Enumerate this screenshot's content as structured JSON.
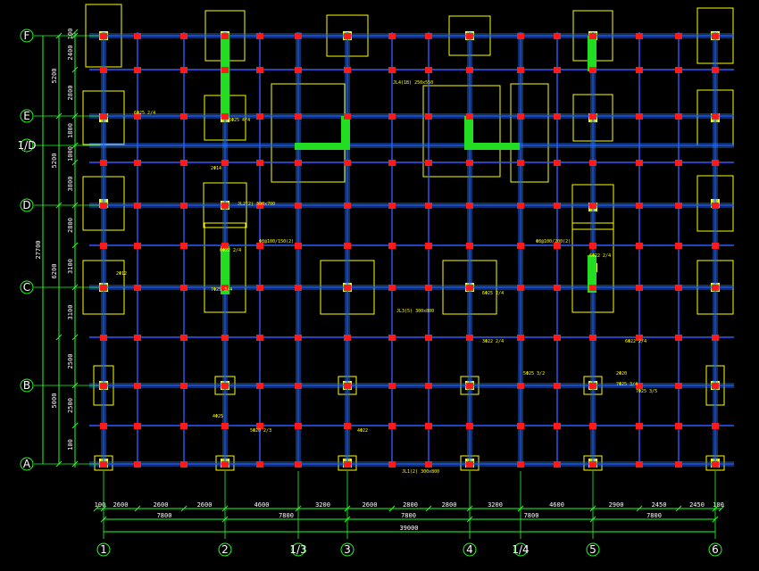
{
  "colors": {
    "background": "#000000",
    "grid": "#2a5cff",
    "beam": "#1f7fff",
    "column": "#ff1a1a",
    "footing": "#ffff00",
    "wall": "#22dd22",
    "dimension": "#22ff22",
    "text": "#ffffff"
  },
  "axes_x": [
    {
      "label": "1"
    },
    {
      "label": "2"
    },
    {
      "label": "1/3"
    },
    {
      "label": "3"
    },
    {
      "label": "4"
    },
    {
      "label": "1/4"
    },
    {
      "label": "5"
    },
    {
      "label": "6"
    }
  ],
  "axes_y": [
    {
      "label": "F"
    },
    {
      "label": "E"
    },
    {
      "label": "1/D"
    },
    {
      "label": "D"
    },
    {
      "label": "C"
    },
    {
      "label": "B"
    },
    {
      "label": "A"
    }
  ],
  "dims_bottom_row1": [
    "100",
    "2600",
    "2600",
    "2600",
    "4600",
    "3200",
    "2600",
    "2800",
    "2800",
    "3200",
    "4600",
    "2900",
    "2450",
    "2450",
    "100"
  ],
  "dims_bottom_row2": [
    "7800",
    "7800",
    "7800",
    "7800",
    "7800"
  ],
  "dims_bottom_total": "39000",
  "dims_left_row1": [
    "100",
    "2400",
    "2800",
    "1800",
    "1000",
    "3800",
    "2800",
    "3100",
    "3100",
    "2500",
    "2500",
    "100"
  ],
  "dims_left_row2": [
    "5200",
    "5200",
    "6200",
    "5000"
  ],
  "dims_left_total": "27700",
  "beam_labels": [
    "6Φ25 2/4",
    "7Φ25 3/4",
    "6Φ22 2/4",
    "5Φ20 2/3",
    "2Φ12",
    "2Φ14",
    "4Φ22",
    "3Φ22 2/4",
    "6Φ25 4/4",
    "7Φ25 3/4",
    "5Φ25 3/2",
    "2Φ20",
    "Φ8@100/150(2)",
    "Φ8@100/200(2)",
    "JL1(2) 300x800",
    "JL2(2) 300x700",
    "JL4(1B) 250x550",
    "JL3(5) 300x800",
    "6Φ22 2/4",
    "7Φ25 3/5",
    "6Φ25 2/4",
    "4Φ25",
    "6Φ22 2/4"
  ]
}
